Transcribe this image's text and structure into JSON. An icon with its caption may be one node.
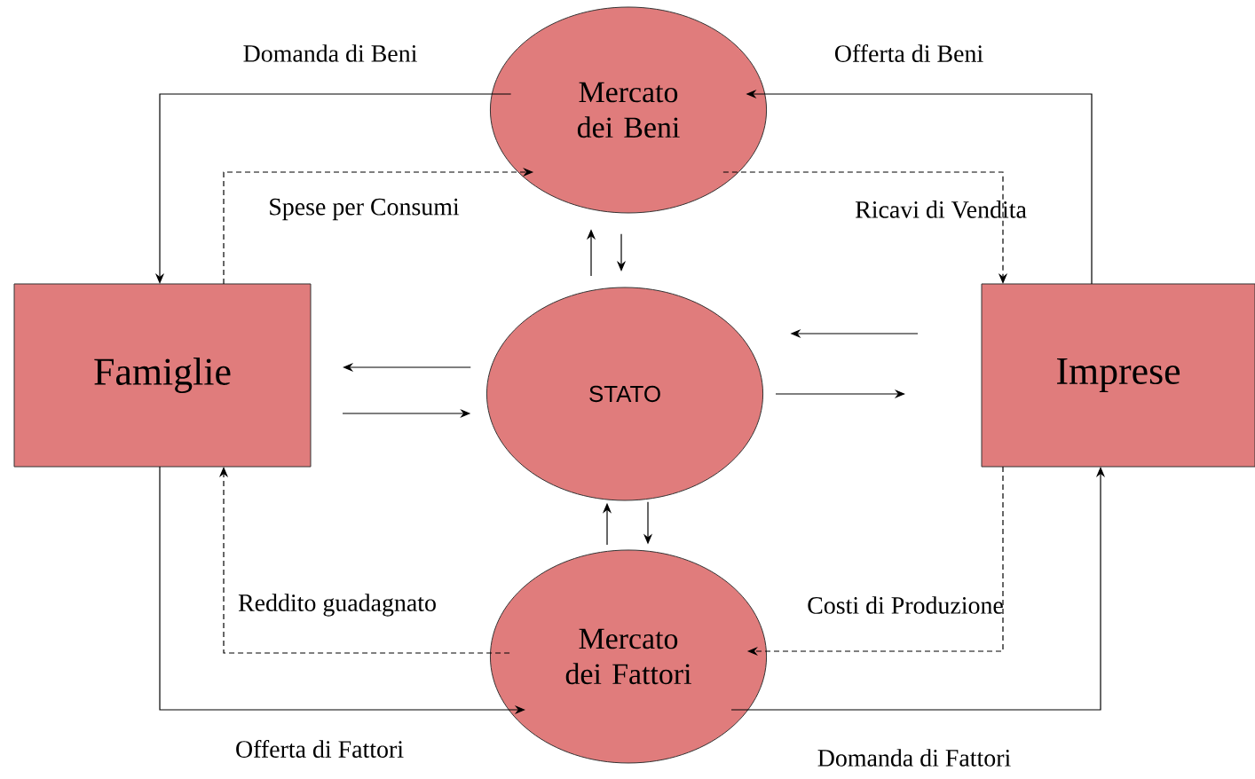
{
  "diagram": {
    "nodes": [
      {
        "text": [
          "Mercato dei Beni"
        ]
      },
      {
        "text": [
          "Famiglie"
        ]
      },
      {
        "text": [
          "STATO"
        ]
      },
      {
        "text": [
          "Imprese"
        ]
      },
      {
        "text": [
          "Mercato dei Fattori"
        ]
      }
    ],
    "edges": [
      {
        "from": 0,
        "to": 1,
        "arrow": "to",
        "label": "Domanda di Beni"
      },
      {
        "from": 3,
        "to": 0,
        "arrow": "to",
        "label": "Offerta di Beni"
      },
      {
        "from": 1,
        "to": 0,
        "arrow": "to",
        "style": "dashed",
        "label": "Spese per Consumi"
      },
      {
        "from": 0,
        "to": 3,
        "arrow": "to",
        "style": "dashed",
        "label": "Ricavi di Vendita"
      },
      {
        "from": 2,
        "to": 0,
        "arrow": "to"
      },
      {
        "from": 0,
        "to": 2,
        "arrow": "to"
      },
      {
        "from": 2,
        "to": 1,
        "arrow": "to"
      },
      {
        "from": 1,
        "to": 2,
        "arrow": "to"
      },
      {
        "from": 3,
        "to": 2,
        "arrow": "to"
      },
      {
        "from": 2,
        "to": 3,
        "arrow": "to"
      },
      {
        "from": 4,
        "to": 2,
        "arrow": "to"
      },
      {
        "from": 2,
        "to": 4,
        "arrow": "to"
      },
      {
        "from": 4,
        "to": 1,
        "arrow": "to",
        "style": "dashed",
        "label": "Reddito guadagnato"
      },
      {
        "from": 3,
        "to": 4,
        "arrow": "to",
        "style": "dashed",
        "label": "Costi di Produzione"
      },
      {
        "from": 1,
        "to": 4,
        "arrow": "to",
        "label": "Offerta di Fattori"
      },
      {
        "from": 4,
        "to": 3,
        "arrow": "to",
        "label": "Domanda di Fattori"
      }
    ]
  }
}
